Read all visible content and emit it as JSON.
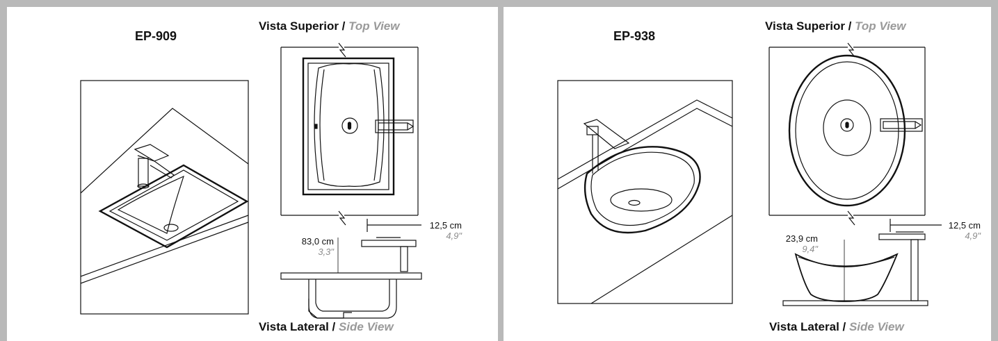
{
  "products": [
    {
      "model": "EP-909",
      "top_view": {
        "pt": "Vista Superior",
        "en": "Top View"
      },
      "side_view": {
        "pt": "Vista Lateral",
        "en": "Side View"
      },
      "dim_spout": {
        "cm": "12,5 cm",
        "in": "4,9\""
      },
      "dim_height": {
        "cm": "83,0 cm",
        "in": "3,3\""
      }
    },
    {
      "model": "EP-938",
      "top_view": {
        "pt": "Vista Superior",
        "en": "Top View"
      },
      "side_view": {
        "pt": "Vista Lateral",
        "en": "Side View"
      },
      "dim_spout": {
        "cm": "12,5 cm",
        "in": "4,9\""
      },
      "dim_height": {
        "cm": "23,9 cm",
        "in": "9,4\""
      }
    }
  ],
  "colors": {
    "frame": "#b9b9b9",
    "line": "#111111",
    "caption_secondary": "#9a9a9a"
  }
}
